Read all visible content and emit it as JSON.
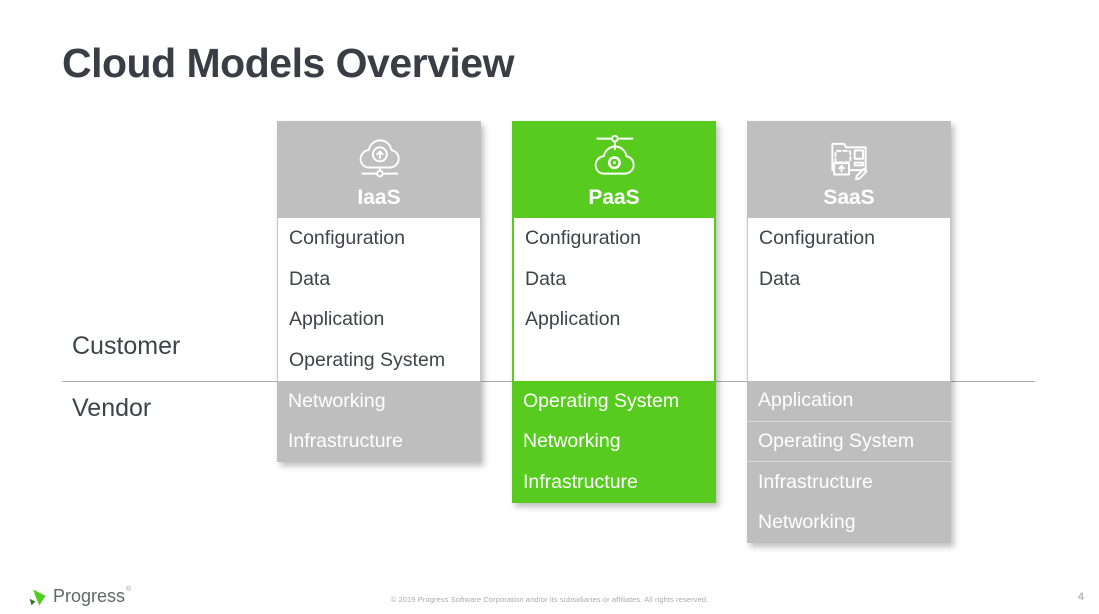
{
  "slide": {
    "title": "Cloud Models Overview"
  },
  "side_labels": {
    "customer": "Customer",
    "vendor": "Vendor"
  },
  "colors": {
    "accent_green": "#57CC1F",
    "header_gray": "#BFBFBF",
    "vendor_gray": "#BEBEBE",
    "title_text": "#383E44",
    "body_text": "#3E4449",
    "white": "#FFFFFF"
  },
  "columns": [
    {
      "id": "iaas",
      "label": "IaaS",
      "icon": "cloud-upload-icon",
      "accent": "gray",
      "customer_items": [
        "Configuration",
        "Data",
        "Application",
        "Operating System"
      ],
      "vendor_items": [
        "Networking",
        "Infrastructure"
      ]
    },
    {
      "id": "paas",
      "label": "PaaS",
      "icon": "cloud-gear-icon",
      "accent": "green",
      "customer_items": [
        "Configuration",
        "Data",
        "Application"
      ],
      "vendor_items": [
        "Operating System",
        "Networking",
        "Infrastructure"
      ]
    },
    {
      "id": "saas",
      "label": "SaaS",
      "icon": "app-window-upload-icon",
      "accent": "gray",
      "customer_items": [
        "Configuration",
        "Data"
      ],
      "vendor_items": [
        "Application",
        "Operating System",
        "Infrastructure",
        "Networking"
      ]
    }
  ],
  "footer": {
    "brand": "Progress",
    "trademark": "®",
    "copyright": "© 2019 Progress Software Corporation and/or its subsidiaries or affiliates. All rights reserved.",
    "page_number": "4"
  }
}
